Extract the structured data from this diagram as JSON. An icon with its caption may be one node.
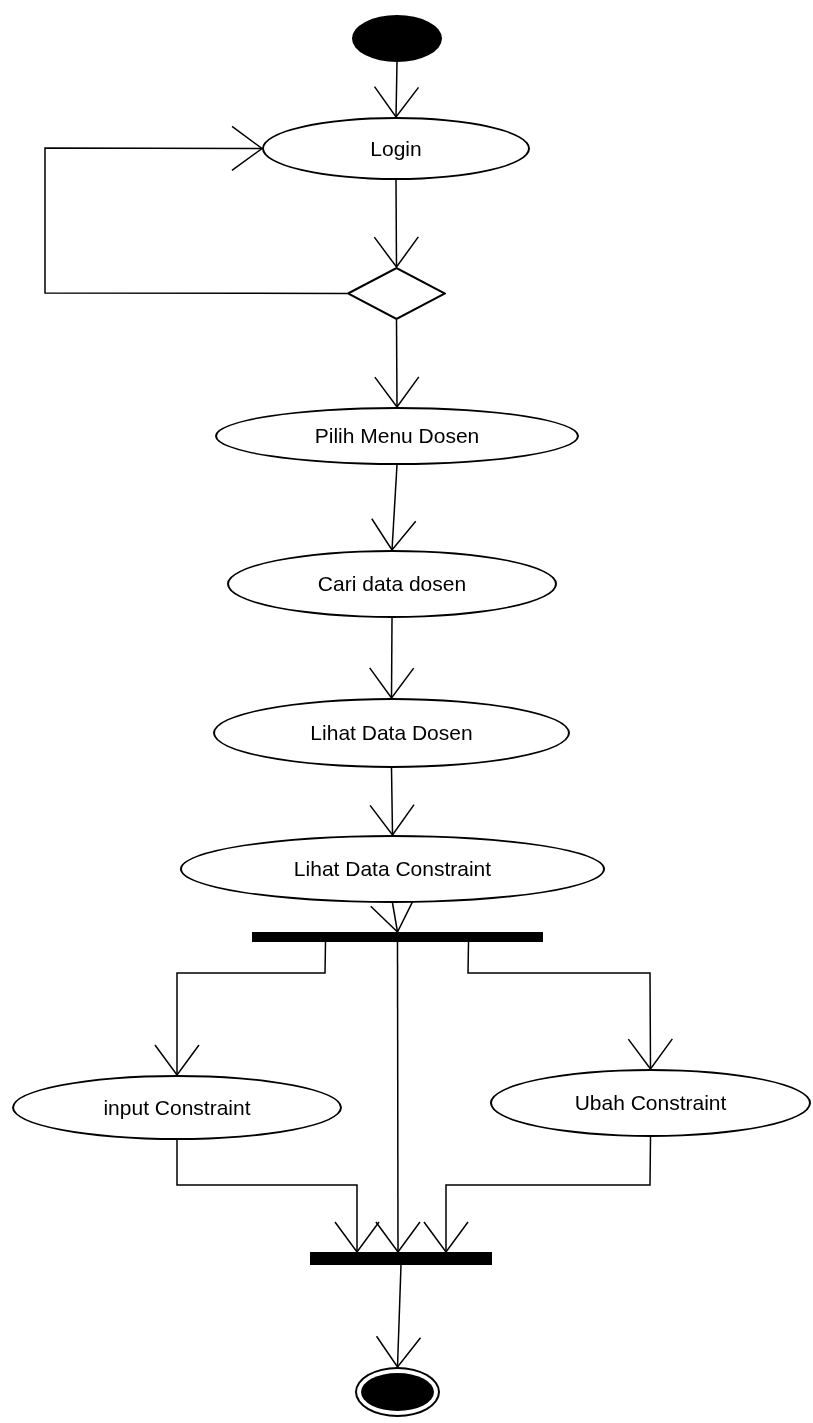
{
  "diagram": {
    "nodes": [
      {
        "text": [],
        "shape": "circle"
      },
      {
        "text": [
          "Login"
        ]
      },
      {
        "text": [],
        "shape": "diamond"
      },
      {
        "text": [
          "Pilih Menu Dosen"
        ]
      },
      {
        "text": [
          "Cari data dosen"
        ]
      },
      {
        "text": [
          "Lihat Data Dosen"
        ]
      },
      {
        "text": [
          "Lihat Data Constraint"
        ]
      },
      {
        "text": [],
        "shape": "bar"
      },
      {
        "text": [
          "input Constraint"
        ]
      },
      {
        "text": [
          "Ubah Constraint"
        ]
      },
      {
        "text": [],
        "shape": "bar"
      },
      {
        "text": [],
        "shape": "bullseye"
      }
    ],
    "edges": [
      {
        "from": 0,
        "to": 1,
        "arrow": "to"
      },
      {
        "from": 1,
        "to": 2,
        "arrow": "to"
      },
      {
        "from": 2,
        "to": 1,
        "arrow": "to"
      },
      {
        "from": 2,
        "to": 3,
        "arrow": "to"
      },
      {
        "from": 3,
        "to": 4,
        "arrow": "to"
      },
      {
        "from": 4,
        "to": 5,
        "arrow": "to"
      },
      {
        "from": 5,
        "to": 6,
        "arrow": "to"
      },
      {
        "from": 6,
        "to": 7,
        "arrow": "to"
      },
      {
        "from": 7,
        "to": 8,
        "arrow": "to"
      },
      {
        "from": 7,
        "to": 9,
        "arrow": "to"
      },
      {
        "from": 7,
        "to": 10,
        "arrow": "to"
      },
      {
        "from": 8,
        "to": 10,
        "arrow": "to"
      },
      {
        "from": 9,
        "to": 10,
        "arrow": "to"
      },
      {
        "from": 10,
        "to": 11,
        "arrow": "to"
      }
    ]
  }
}
